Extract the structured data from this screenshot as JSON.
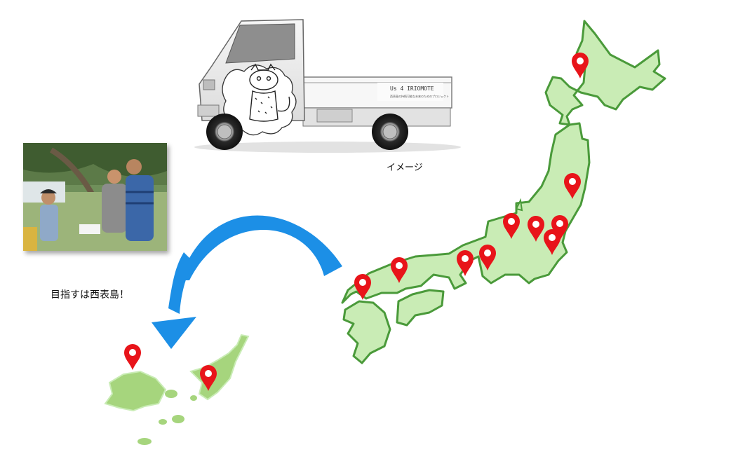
{
  "truck": {
    "caption": "イメージ",
    "logo_text": "Us 4 IRIOMOTE",
    "logo_subtext": "西表島の持続可能な未来のためのプロジェクト"
  },
  "destination": {
    "caption": "目指すは西表島！"
  },
  "map": {
    "land_color": "#c9ecb5",
    "island_color": "#a6d57d",
    "border_color": "#4a9a3a",
    "pin_color": "#e8141a",
    "arrow_color": "#1c8fe6"
  }
}
